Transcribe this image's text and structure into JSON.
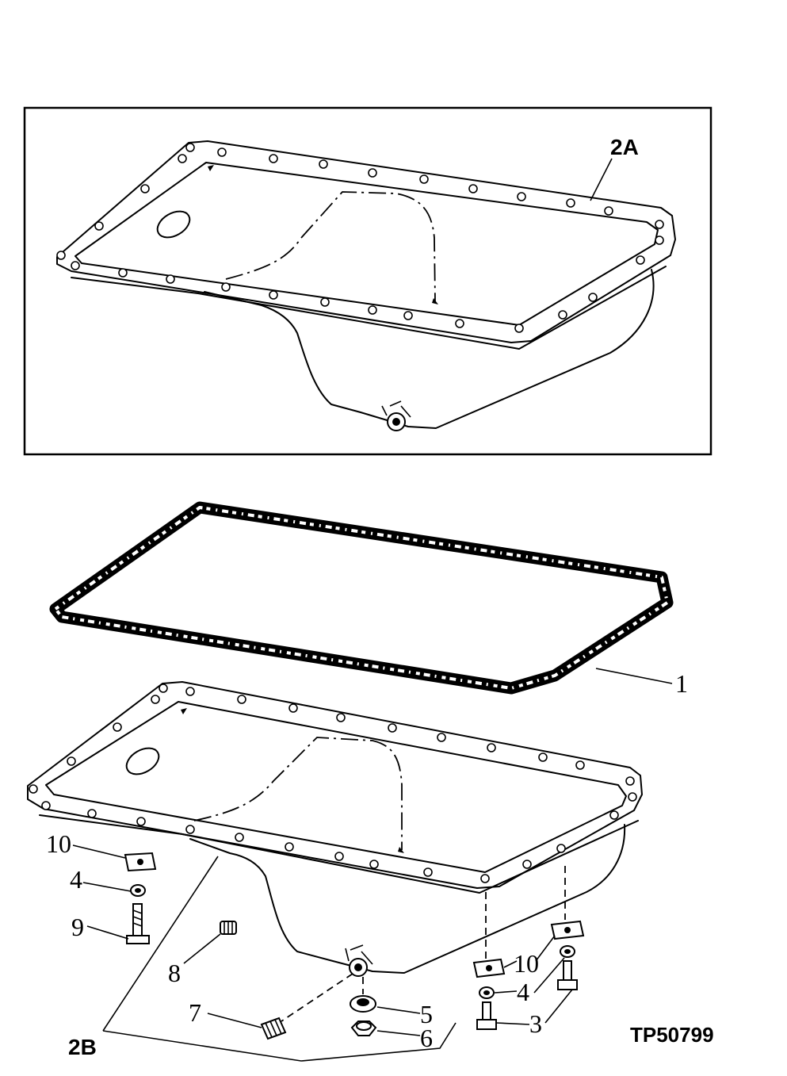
{
  "callouts": {
    "inset": "2A",
    "gasket": "1",
    "pan_assembly": "2B",
    "cap_screw": "3",
    "washer": "4",
    "drain_washer": "5",
    "drain_plug": "6",
    "plug": "7",
    "plug_small": "8",
    "screw_left": "9",
    "plate": "10",
    "washer_right": "4",
    "plate_right": "10"
  },
  "figure_code": "TP50799"
}
